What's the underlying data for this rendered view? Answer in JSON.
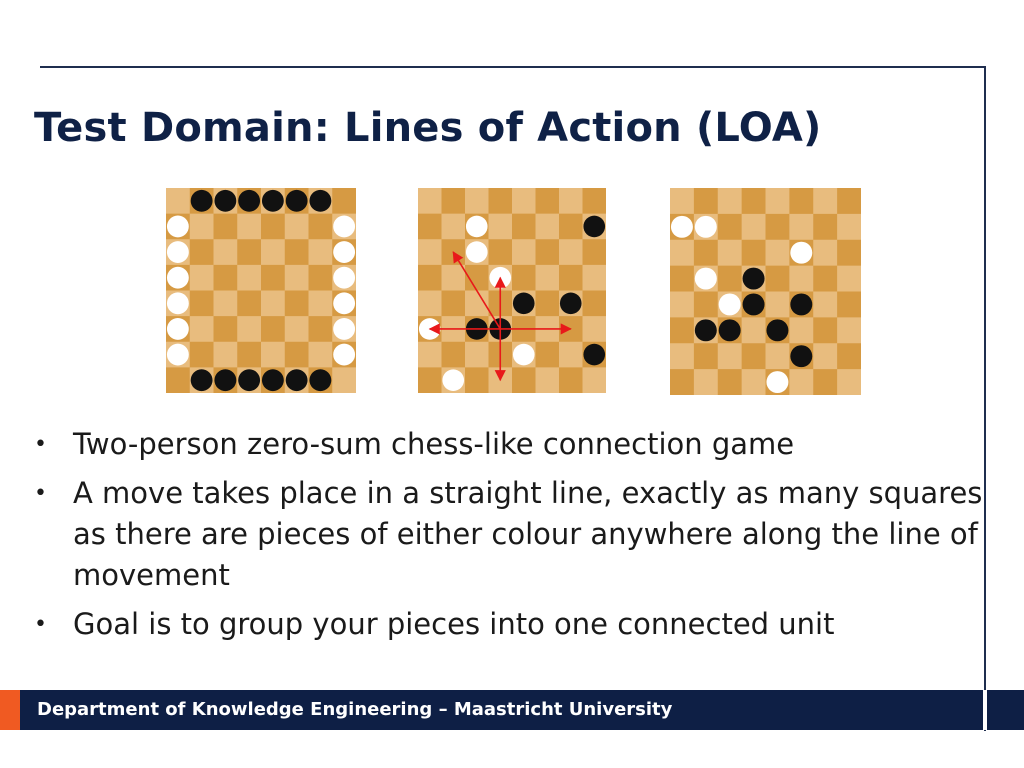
{
  "slide": {
    "title": "Test Domain: Lines of Action (LOA)",
    "bullets": [
      "Two-person zero-sum chess-like connection game",
      "A move takes place in a straight line, exactly as many squares as there are pieces of either colour anywhere along the line of movement",
      "Goal is to group your pieces into one connected unit"
    ],
    "bullet_glyph": "•",
    "footer": "Department of Knowledge Engineering – Maastricht University"
  },
  "colors": {
    "title": "#0f2146",
    "footer_bar": "#0e1f45",
    "footer_accent": "#f05a22",
    "square_dark": "#d69a43",
    "square_light": "#e8bc7e",
    "piece_black": "#111111",
    "piece_white": "#ffffff",
    "arrow": "#e8191a"
  },
  "boards": [
    {
      "label": "initial-position",
      "black": [
        [
          0,
          1
        ],
        [
          0,
          2
        ],
        [
          0,
          3
        ],
        [
          0,
          4
        ],
        [
          0,
          5
        ],
        [
          0,
          6
        ],
        [
          7,
          1
        ],
        [
          7,
          2
        ],
        [
          7,
          3
        ],
        [
          7,
          4
        ],
        [
          7,
          5
        ],
        [
          7,
          6
        ]
      ],
      "white": [
        [
          1,
          0
        ],
        [
          2,
          0
        ],
        [
          3,
          0
        ],
        [
          4,
          0
        ],
        [
          5,
          0
        ],
        [
          6,
          0
        ],
        [
          1,
          7
        ],
        [
          2,
          7
        ],
        [
          3,
          7
        ],
        [
          4,
          7
        ],
        [
          5,
          7
        ],
        [
          6,
          7
        ]
      ],
      "arrows": []
    },
    {
      "label": "move-example",
      "black": [
        [
          1,
          7
        ],
        [
          4,
          4
        ],
        [
          4,
          6
        ],
        [
          5,
          3
        ],
        [
          5,
          2
        ],
        [
          6,
          7
        ]
      ],
      "white": [
        [
          1,
          2
        ],
        [
          2,
          2
        ],
        [
          3,
          3
        ],
        [
          5,
          0
        ],
        [
          6,
          4
        ],
        [
          7,
          1
        ]
      ],
      "arrows": [
        {
          "from": [
            5,
            3
          ],
          "to": [
            2,
            1
          ]
        },
        {
          "from": [
            5,
            3
          ],
          "to": [
            3,
            3
          ]
        },
        {
          "from": [
            5,
            3
          ],
          "to": [
            7,
            3
          ]
        },
        {
          "from": [
            5,
            3
          ],
          "to": [
            5,
            0
          ]
        },
        {
          "from": [
            5,
            3
          ],
          "to": [
            5,
            6
          ]
        }
      ]
    },
    {
      "label": "end-position",
      "black": [
        [
          3,
          3
        ],
        [
          4,
          3
        ],
        [
          4,
          5
        ],
        [
          5,
          1
        ],
        [
          5,
          2
        ],
        [
          5,
          4
        ],
        [
          6,
          5
        ]
      ],
      "white": [
        [
          1,
          0
        ],
        [
          1,
          1
        ],
        [
          2,
          5
        ],
        [
          3,
          1
        ],
        [
          4,
          2
        ],
        [
          7,
          4
        ]
      ],
      "arrows": []
    }
  ]
}
